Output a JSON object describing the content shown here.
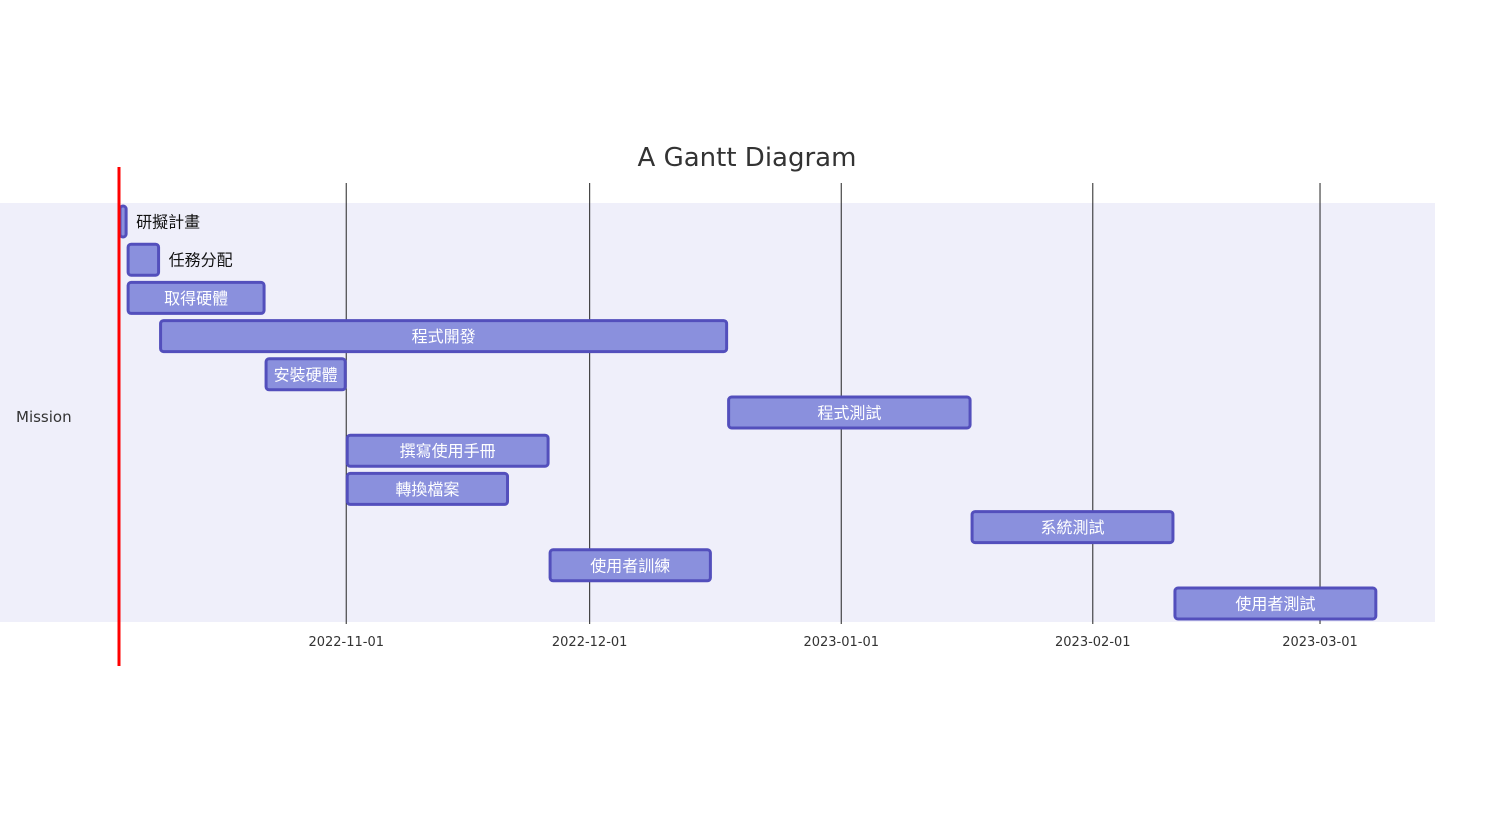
{
  "colors": {
    "background": "#ffffff",
    "section_band": "#efeffa",
    "task_fill": "#8a90dd",
    "task_stroke": "#534fbc",
    "grid_line": "#222222",
    "today_marker": "#ff0000",
    "text": "#333333",
    "task_text_inside": "#ffffff",
    "task_text_outside": "#111111"
  },
  "chart_data": {
    "type": "gantt",
    "title": "A Gantt Diagram",
    "section": "Mission",
    "today": "2022-10-04",
    "x_range": [
      "2022-10-04",
      "2023-03-28"
    ],
    "ticks": [
      "2022-11-01",
      "2022-12-01",
      "2023-01-01",
      "2023-02-01",
      "2023-03-01"
    ],
    "grid": true,
    "tasks": [
      {
        "name": "研擬計畫",
        "start": "2022-10-04",
        "end": "2022-10-05",
        "label_position": "outside"
      },
      {
        "name": "任務分配",
        "start": "2022-10-05",
        "end": "2022-10-09",
        "label_position": "outside"
      },
      {
        "name": "取得硬體",
        "start": "2022-10-05",
        "end": "2022-10-22",
        "label_position": "inside"
      },
      {
        "name": "程式開發",
        "start": "2022-10-09",
        "end": "2022-12-18",
        "label_position": "inside"
      },
      {
        "name": "安裝硬體",
        "start": "2022-10-22",
        "end": "2022-11-01",
        "label_position": "inside"
      },
      {
        "name": "程式測試",
        "start": "2022-12-18",
        "end": "2023-01-17",
        "label_position": "inside"
      },
      {
        "name": "撰寫使用手冊",
        "start": "2022-11-01",
        "end": "2022-11-26",
        "label_position": "inside"
      },
      {
        "name": "轉換檔案",
        "start": "2022-11-01",
        "end": "2022-11-21",
        "label_position": "inside"
      },
      {
        "name": "系統測試",
        "start": "2023-01-17",
        "end": "2023-02-11",
        "label_position": "inside"
      },
      {
        "name": "使用者訓練",
        "start": "2022-11-26",
        "end": "2022-12-16",
        "label_position": "inside"
      },
      {
        "name": "使用者測試",
        "start": "2023-02-11",
        "end": "2023-03-08",
        "label_position": "inside"
      }
    ]
  }
}
